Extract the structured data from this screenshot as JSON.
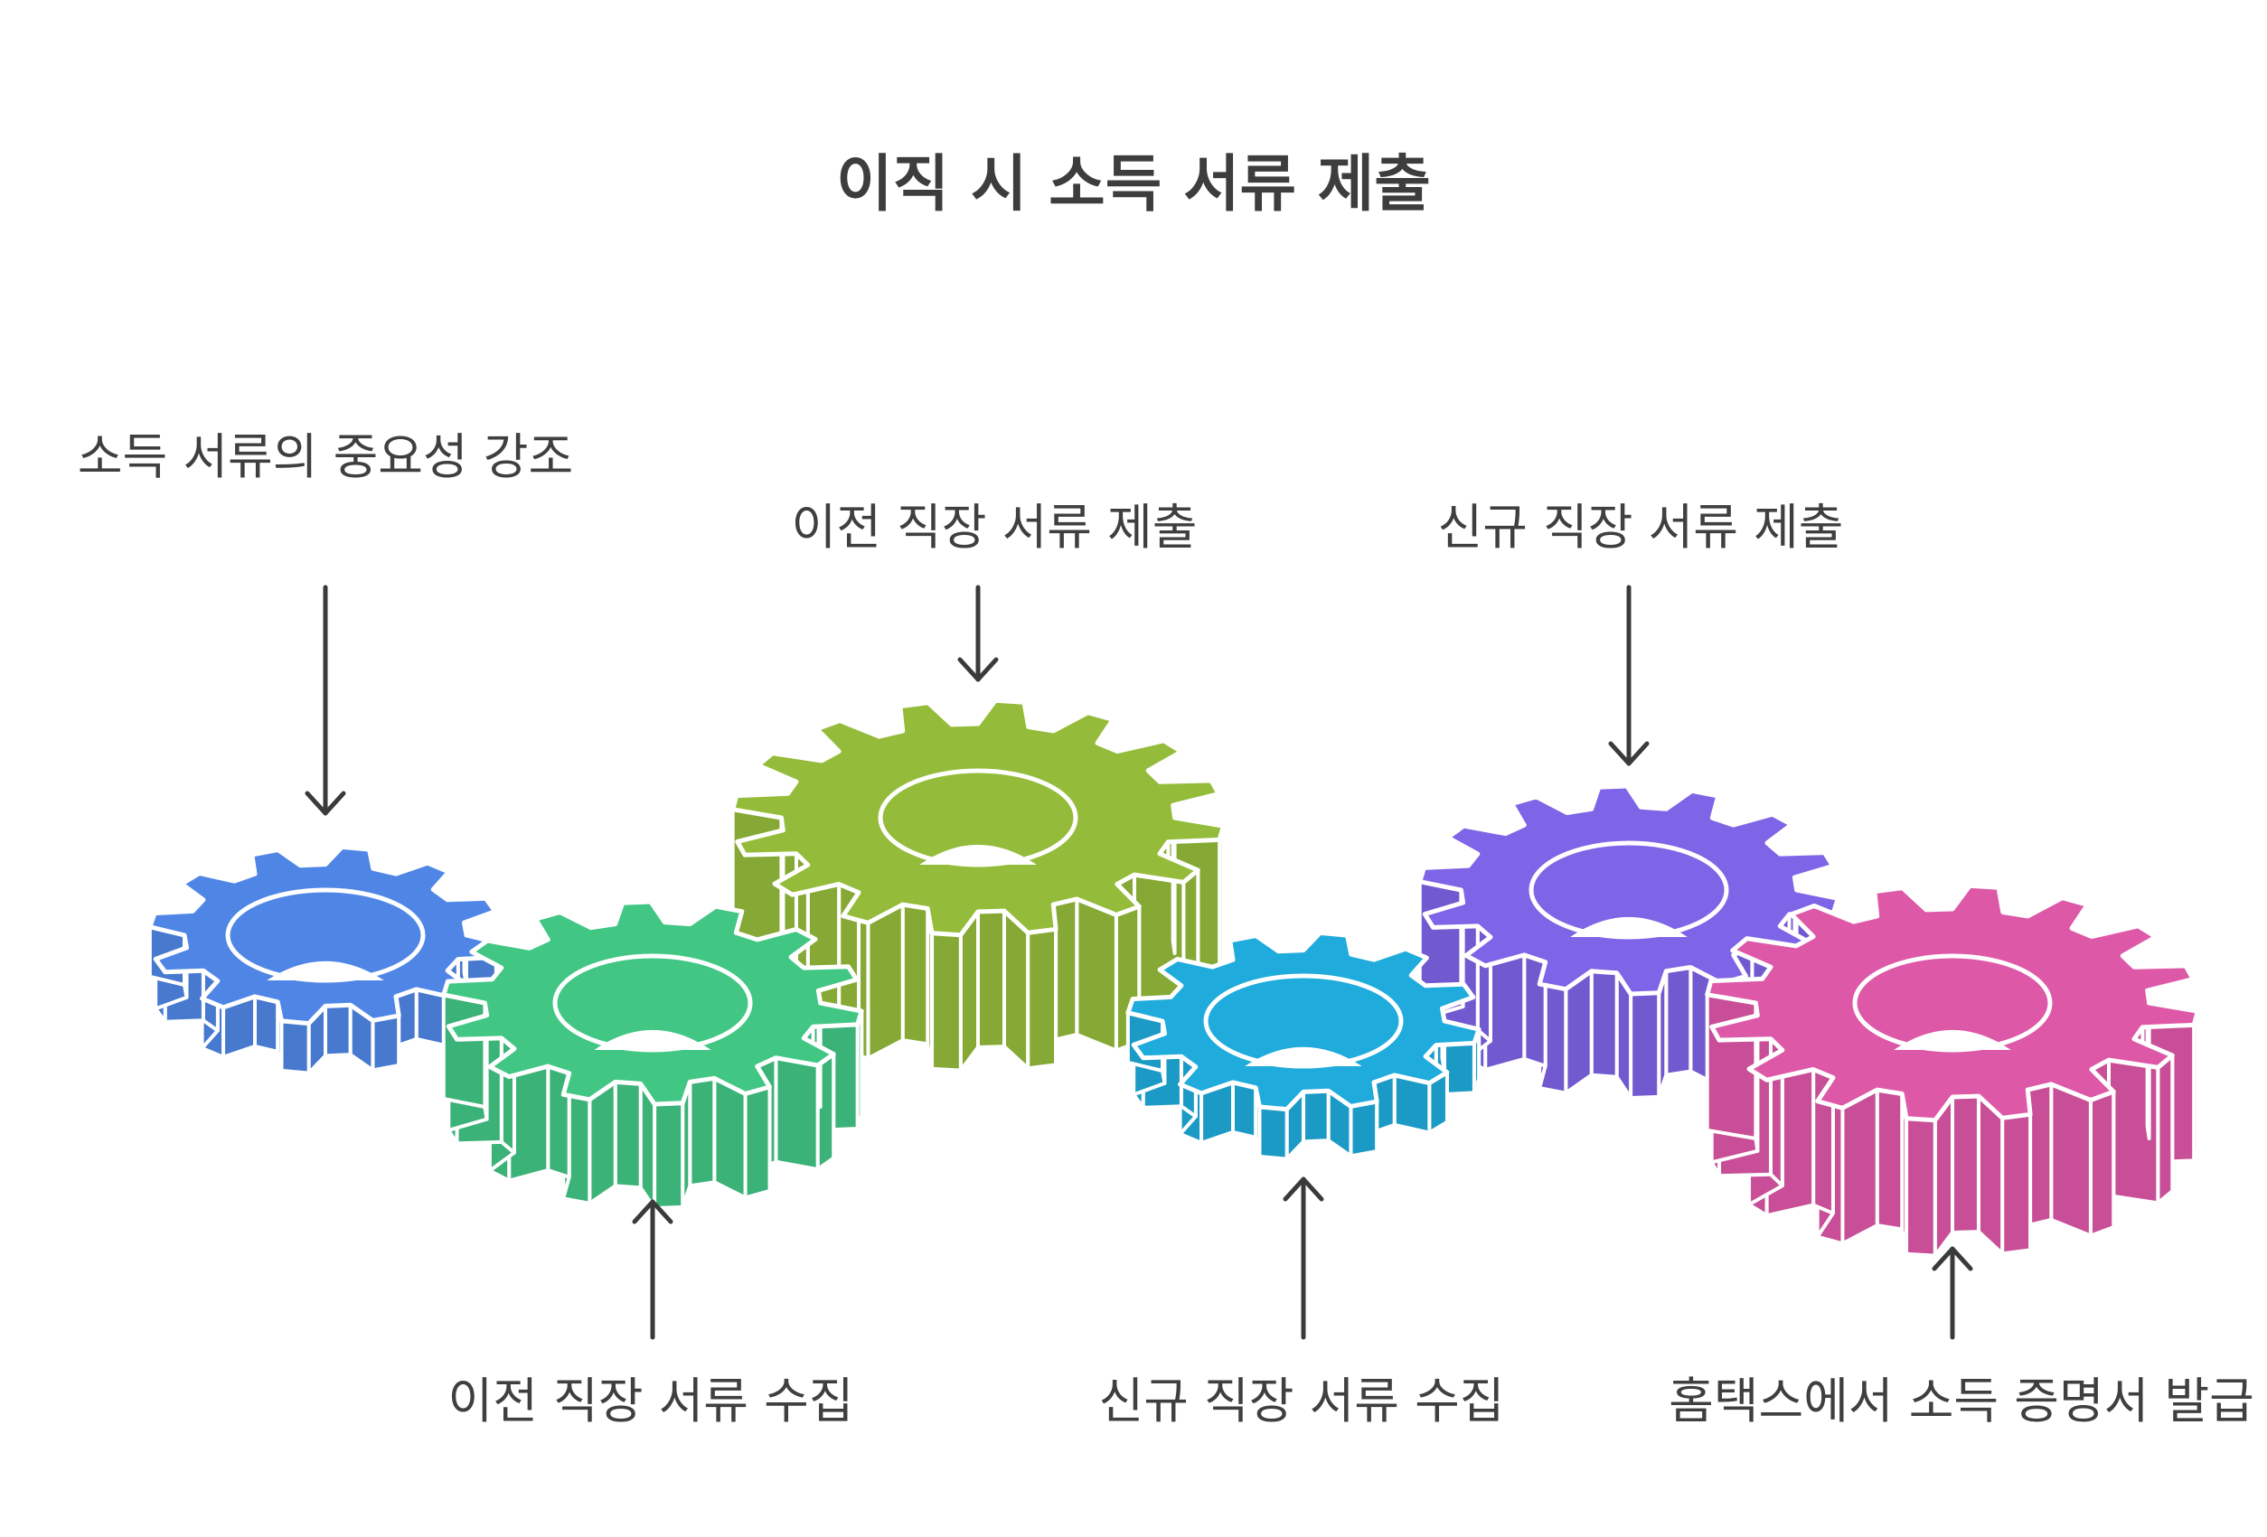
{
  "title": "이직 시 소득 서류 제출",
  "labels": {
    "emphasize": "소득 서류의 중요성 강조",
    "submit_prev": "이전 직장 서류 제출",
    "submit_new": "신규 직장 서류 제출",
    "collect_prev": "이전 직장 서류 수집",
    "collect_new": "신규 직장 서류 수집",
    "hometax": "홈택스에서 소득 증명서 발급"
  },
  "colors": {
    "blue": "#4F86E6",
    "green": "#41C684",
    "olive": "#94BC3A",
    "cyan": "#1FABDC",
    "purple": "#7E64E6",
    "magenta": "#DE58A8",
    "text": "#3f3f3f",
    "arrow": "#3a3a3a"
  }
}
